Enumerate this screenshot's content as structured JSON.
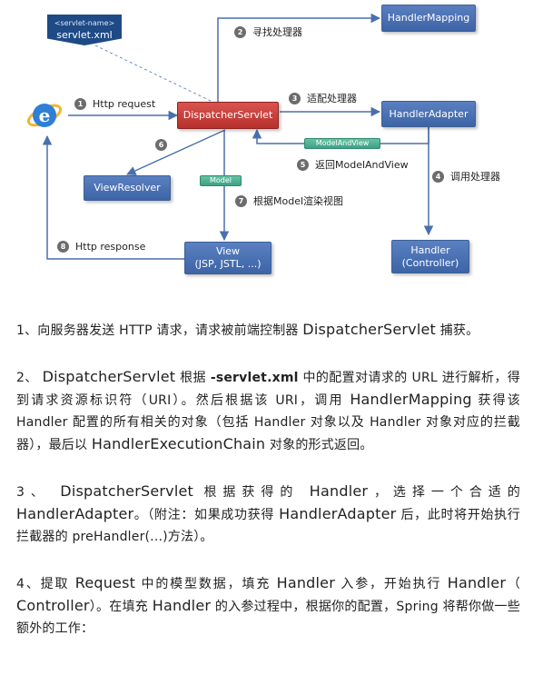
{
  "diagram": {
    "servlet_note": {
      "small": "<servlet-name>",
      "main": "servlet.xml"
    },
    "boxes": {
      "dispatcher": "DispatcherServlet",
      "handler_mapping": "HandlerMapping",
      "handler_adapter": "HandlerAdapter",
      "view_resolver": "ViewResolver",
      "view_line1": "View",
      "view_line2": "(JSP, JSTL, ...)",
      "handler_line1": "Handler",
      "handler_line2": "(Controller)"
    },
    "tags": {
      "model_and_view": "ModelAndView",
      "model": "Model"
    },
    "steps": {
      "s1": {
        "num": "1",
        "text": "Http request"
      },
      "s2": {
        "num": "2",
        "text": "寻找处理器"
      },
      "s3": {
        "num": "3",
        "text": "适配处理器"
      },
      "s4": {
        "num": "4",
        "text": "调用处理器"
      },
      "s5": {
        "num": "5",
        "text": "返回ModelAndView"
      },
      "s6": {
        "num": "6",
        "text": ""
      },
      "s7": {
        "num": "7",
        "text": "根据Model渲染视图"
      },
      "s8": {
        "num": "8",
        "text": "Http response"
      }
    },
    "browser_icon_letter": "e"
  },
  "paragraphs": {
    "p1": {
      "a": "1、向服务器发送 HTTP 请求，请求被前端控制器 ",
      "b": "DispatcherServlet",
      "c": " 捕获。"
    },
    "p2": {
      "a": "2、 ",
      "b": "DispatcherServlet",
      "c": " 根据 ",
      "d": "-servlet.xml",
      "e": " 中的配置对请求的 URL 进行解析，得到请求资源标识符（URI）。然后根据该 URI，调用 ",
      "f": "HandlerMapping",
      "g": " 获得该 Handler 配置的所有相关的对象（包括 Handler 对象以及 Handler 对象对应的拦截器），最后以 ",
      "h": "HandlerExecutionChain",
      "i": " 对象的形式返回。"
    },
    "p3": {
      "a": "3、 ",
      "b": "DispatcherServlet",
      "c": " 根据获得的 ",
      "d": "Handler",
      "e": "，选择一个合适的 ",
      "f": "HandlerAdapter",
      "g": "。（附注：如果成功获得 ",
      "h": "HandlerAdapter",
      "i": " 后，此时将开始执行拦截器的 preHandler(...)方法）。"
    },
    "p4": {
      "a": "4、提取 ",
      "b": "Request",
      "c": " 中的模型数据，填充 ",
      "d": "Handler",
      "e": " 入参，开始执行 ",
      "f": "Handler",
      "g": "（ ",
      "h": "Controller",
      "i": "）。在填充 ",
      "j": "Handler",
      "k": " 的入参过程中，根据你的配置，Spring 将帮你做一些额外的工作："
    }
  }
}
